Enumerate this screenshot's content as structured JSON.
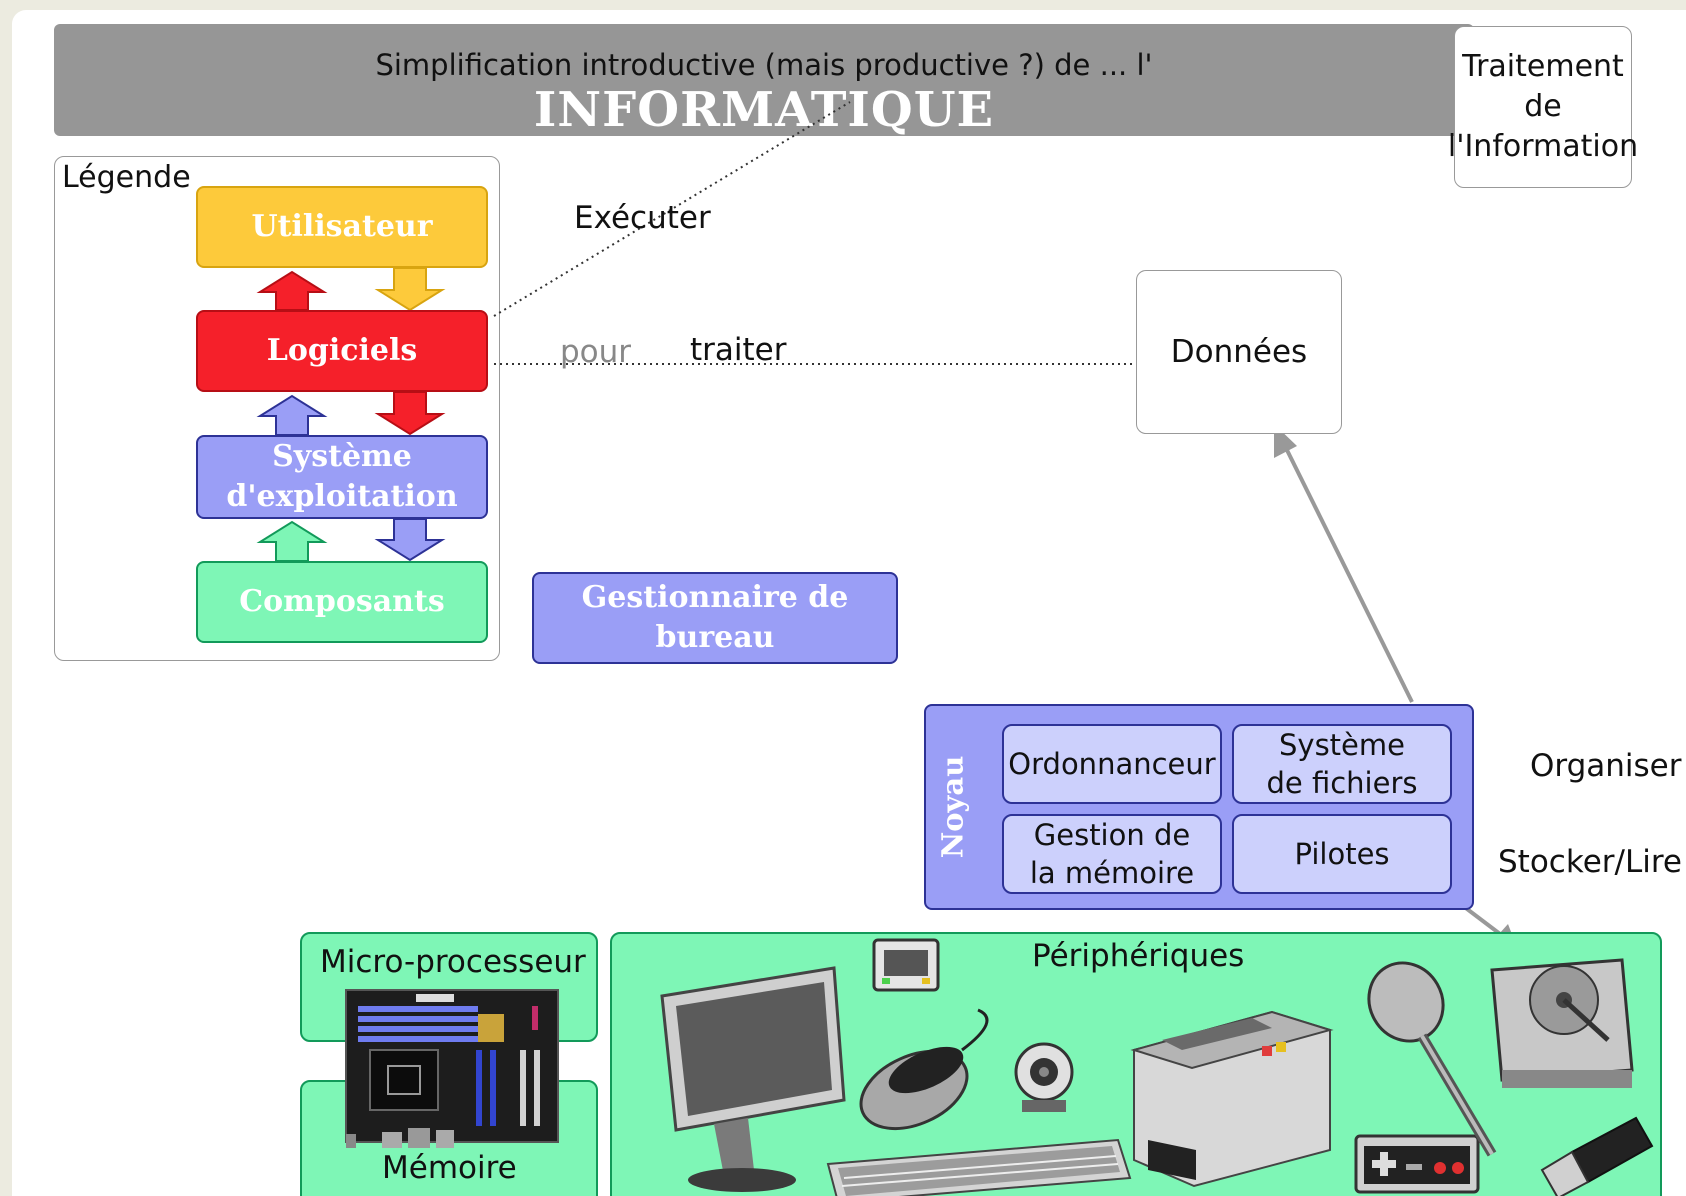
{
  "title": {
    "subtitle": "Simplification introductive (mais productive ?) de ... l'",
    "main": "INFORMATIQUE"
  },
  "info_box": {
    "lines": [
      "Traitement",
      "de",
      "l'Information"
    ]
  },
  "legend": {
    "title": "Légende",
    "tiers": {
      "user": "Utilisateur",
      "software": "Logiciels",
      "os_line1": "Système",
      "os_line2": "d'exploitation",
      "components": "Composants"
    }
  },
  "desktop_manager": {
    "line1": "Gestionnaire de",
    "line2": "bureau"
  },
  "labels": {
    "executer": "Exécuter",
    "pour": "pour",
    "traiter": "traiter",
    "organiser": "Organiser",
    "stocker_lire": "Stocker/Lire"
  },
  "donnees": "Données",
  "kernel": {
    "title": "Noyau",
    "scheduler": "Ordonnanceur",
    "fs_line1": "Système",
    "fs_line2": "de fichiers",
    "mem_line1": "Gestion de",
    "mem_line2": "la mémoire",
    "drivers": "Pilotes"
  },
  "hardware": {
    "cpu": "Micro-processeur",
    "memory": "Mémoire",
    "peripherals": "Périphériques"
  },
  "colors": {
    "user": "#fdca3b",
    "software": "#f5202a",
    "os": "#9a9ef6",
    "components": "#7ef6b6",
    "title_bar": "#969696"
  }
}
